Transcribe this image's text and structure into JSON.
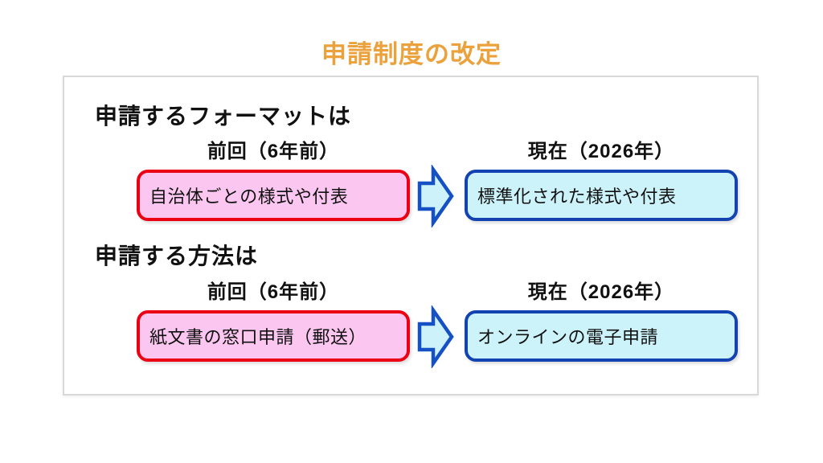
{
  "title": "申請制度の改定",
  "colors": {
    "title_orange": "#EBA23C",
    "before_box_border": "#EC0013",
    "before_box_fill": "#FBC7F0",
    "after_box_border": "#1243B0",
    "after_box_fill": "#CDF3FA",
    "arrow_border": "#1550C4",
    "arrow_fill": "#CDF2F9",
    "panel_border": "#D8D8D8",
    "text": "#111111"
  },
  "sections": [
    {
      "heading": "申請するフォーマットは",
      "before_label": "前回（6年前）",
      "after_label": "現在（2026年）",
      "before_value": "自治体ごとの様式や付表",
      "after_value": "標準化された様式や付表"
    },
    {
      "heading": "申請する方法は",
      "before_label": "前回（6年前）",
      "after_label": "現在（2026年）",
      "before_value": "紙文書の窓口申請（郵送）",
      "after_value": "オンラインの電子申請"
    }
  ]
}
